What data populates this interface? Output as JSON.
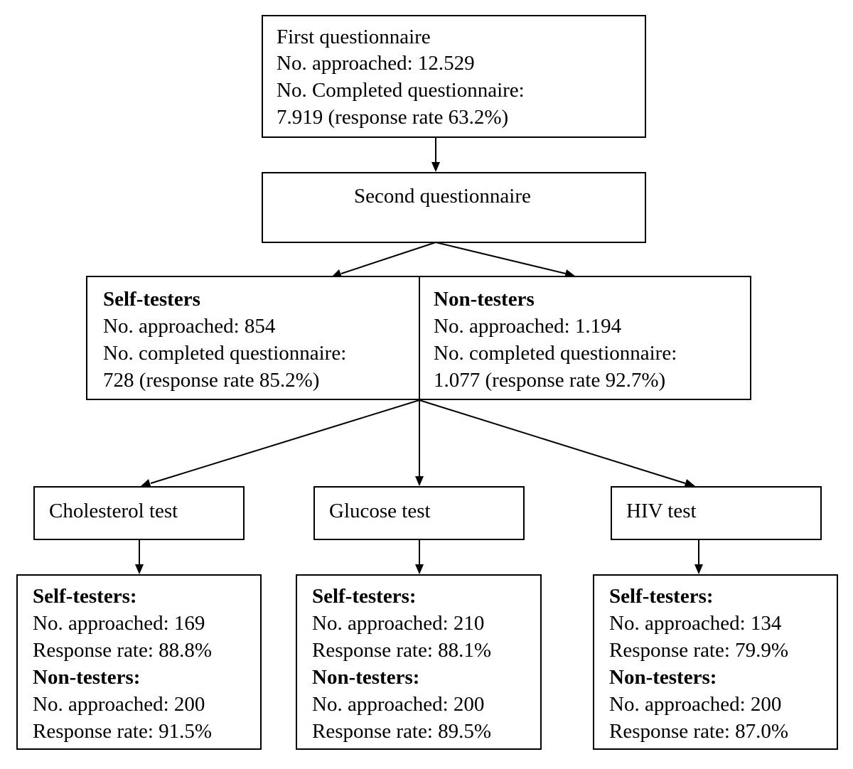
{
  "first_questionnaire": {
    "title": "First questionnaire",
    "approached": "No. approached: 12.529",
    "completed": "No. Completed questionnaire:",
    "completed_value": "7.919 (response rate 63.2%)"
  },
  "second_questionnaire": {
    "title": "Second questionnaire"
  },
  "self_testers_group": {
    "title": "Self-testers",
    "approached": "No. approached: 854",
    "completed": "No. completed questionnaire:",
    "completed_value": "728 (response rate 85.2%)"
  },
  "non_testers_group": {
    "title": "Non-testers",
    "approached": "No. approached: 1.194",
    "completed": "No. completed questionnaire:",
    "completed_value": "1.077 (response rate 92.7%)"
  },
  "tests": [
    {
      "label": "Cholesterol test",
      "self_label": "Self-testers:",
      "self_approached": "No. approached: 169",
      "self_response": "Response rate: 88.8%",
      "non_label": "Non-testers:",
      "non_approached": "No. approached: 200",
      "non_response": "Response rate: 91.5%"
    },
    {
      "label": "Glucose test",
      "self_label": "Self-testers:",
      "self_approached": "No. approached: 210",
      "self_response": "Response rate: 88.1%",
      "non_label": "Non-testers:",
      "non_approached": "No. approached: 200",
      "non_response": "Response rate: 89.5%"
    },
    {
      "label": "HIV test",
      "self_label": "Self-testers:",
      "self_approached": "No. approached: 134",
      "self_response": "Response rate: 79.9%",
      "non_label": "Non-testers:",
      "non_approached": "No. approached: 200",
      "non_response": "Response rate: 87.0%"
    }
  ]
}
